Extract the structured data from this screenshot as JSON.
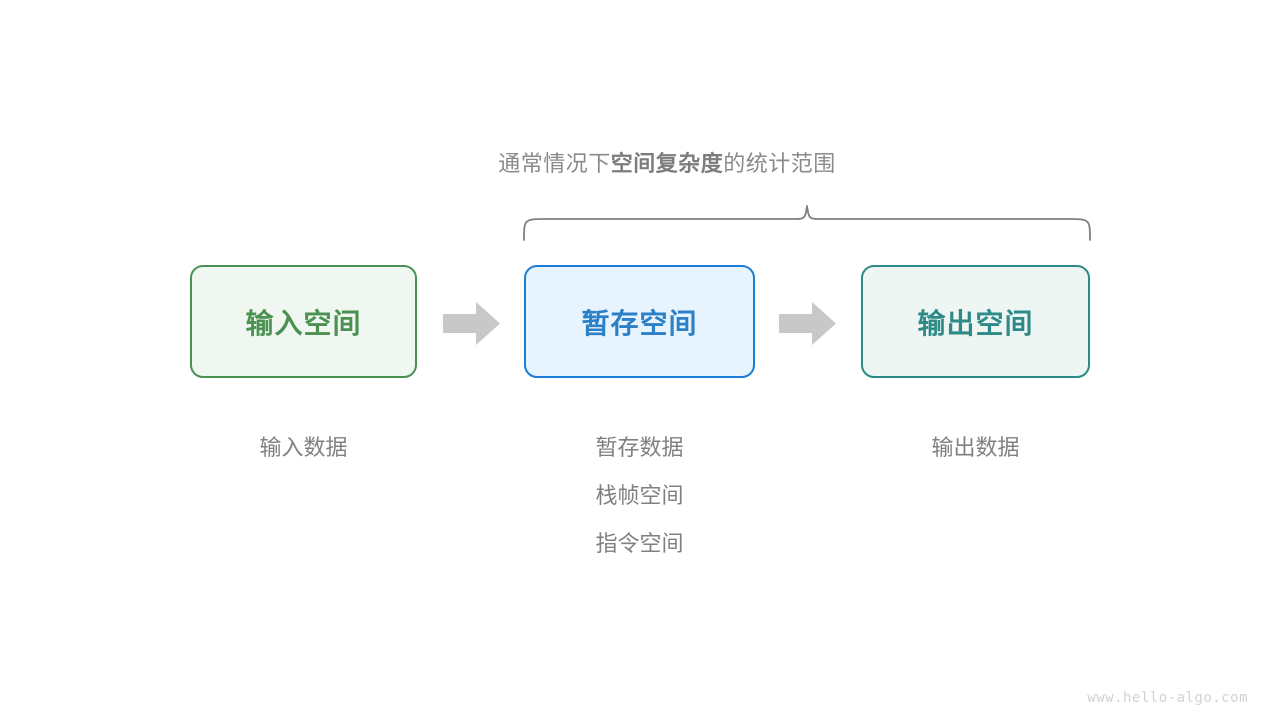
{
  "diagram": {
    "title_segments": [
      {
        "text": "通常情况下",
        "bold": false
      },
      {
        "text": "空间复杂度",
        "bold": true
      },
      {
        "text": "的统计范围",
        "bold": false
      }
    ],
    "title_plain": "通常情况下空间复杂度的统计范围",
    "brace": {
      "name": "curly-brace",
      "color": "#808080",
      "spans": [
        "暂存空间",
        "输出空间"
      ]
    },
    "boxes": [
      {
        "id": "input",
        "label": "输入空间",
        "border_color": "#4b9152",
        "fill_color": "#f0f7f0",
        "text_color": "#4b9152"
      },
      {
        "id": "temp",
        "label": "暂存空间",
        "border_color": "#1b7ed6",
        "fill_color": "#e8f4fd",
        "text_color": "#2b80c8"
      },
      {
        "id": "output",
        "label": "输出空间",
        "border_color": "#2e8a86",
        "fill_color": "#eef6f4",
        "text_color": "#2e8a86"
      }
    ],
    "arrows": [
      {
        "id": "arrow-1",
        "from": "input",
        "to": "temp",
        "color": "#c8c8c8"
      },
      {
        "id": "arrow-2",
        "from": "temp",
        "to": "output",
        "color": "#c8c8c8"
      }
    ],
    "labels": {
      "input": [
        "输入数据"
      ],
      "temp": [
        "暂存数据",
        "栈帧空间",
        "指令空间"
      ],
      "output": [
        "输出数据"
      ],
      "color": "#808080"
    },
    "watermark": "www.hello-algo.com",
    "background_color": "#ffffff"
  }
}
